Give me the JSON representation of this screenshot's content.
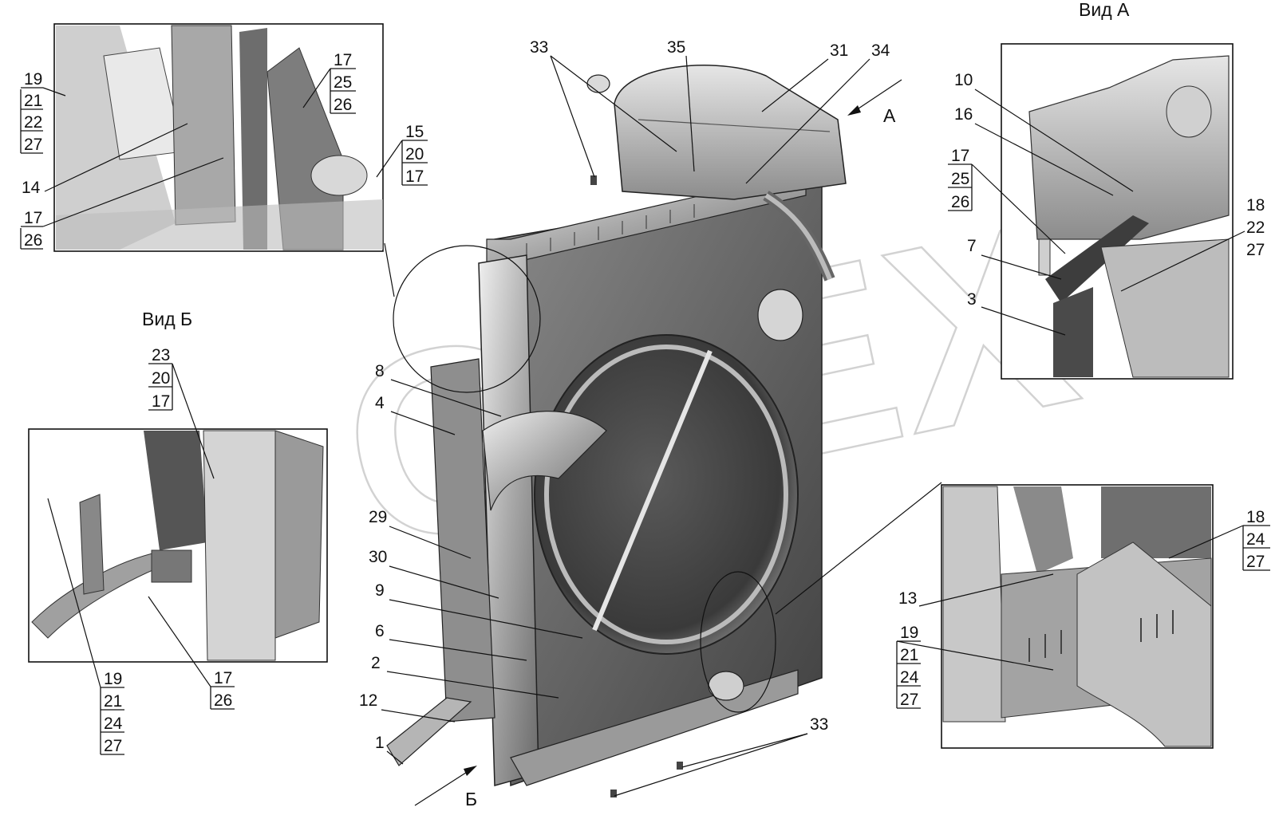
{
  "views": {
    "view_a_title": "Вид А",
    "view_b_title": "Вид Б"
  },
  "arrows": {
    "a_letter": "А",
    "b_letter": "Б"
  },
  "watermark": "OPEX",
  "callouts": {
    "tl_19": "19",
    "tl_21": "21",
    "tl_22": "22",
    "tl_27": "27",
    "tl_14": "14",
    "tl_17": "17",
    "tl_26": "26",
    "tl_17b": "17",
    "tl_25": "25",
    "tl_26b": "26",
    "tl_15": "15",
    "tl_20": "20",
    "tl_17c": "17",
    "m_33": "33",
    "m_35": "35",
    "m_31": "31",
    "m_34": "34",
    "m_8": "8",
    "m_4": "4",
    "m_29": "29",
    "m_30": "30",
    "m_9": "9",
    "m_6": "6",
    "m_2": "2",
    "m_12": "12",
    "m_1": "1",
    "m_33b": "33",
    "va_10": "10",
    "va_16": "16",
    "va_17": "17",
    "va_25": "25",
    "va_26": "26",
    "va_7": "7",
    "va_3": "3",
    "va_18": "18",
    "va_22": "22",
    "va_27": "27",
    "vb_23": "23",
    "vb_20": "20",
    "vb_17": "17",
    "vb_19": "19",
    "vb_21": "21",
    "vb_24": "24",
    "vb_27": "27",
    "vb_17b": "17",
    "vb_26": "26",
    "br_18": "18",
    "br_24": "24",
    "br_27": "27",
    "br_13": "13",
    "br_19": "19",
    "br_21": "21",
    "br_24b": "24",
    "br_27b": "27"
  },
  "colors": {
    "line": "#111111",
    "metal_light": "#d9d9d9",
    "metal_mid": "#a6a6a6",
    "metal_dark": "#5e5e5e",
    "watermark": "#c8c8c8"
  }
}
